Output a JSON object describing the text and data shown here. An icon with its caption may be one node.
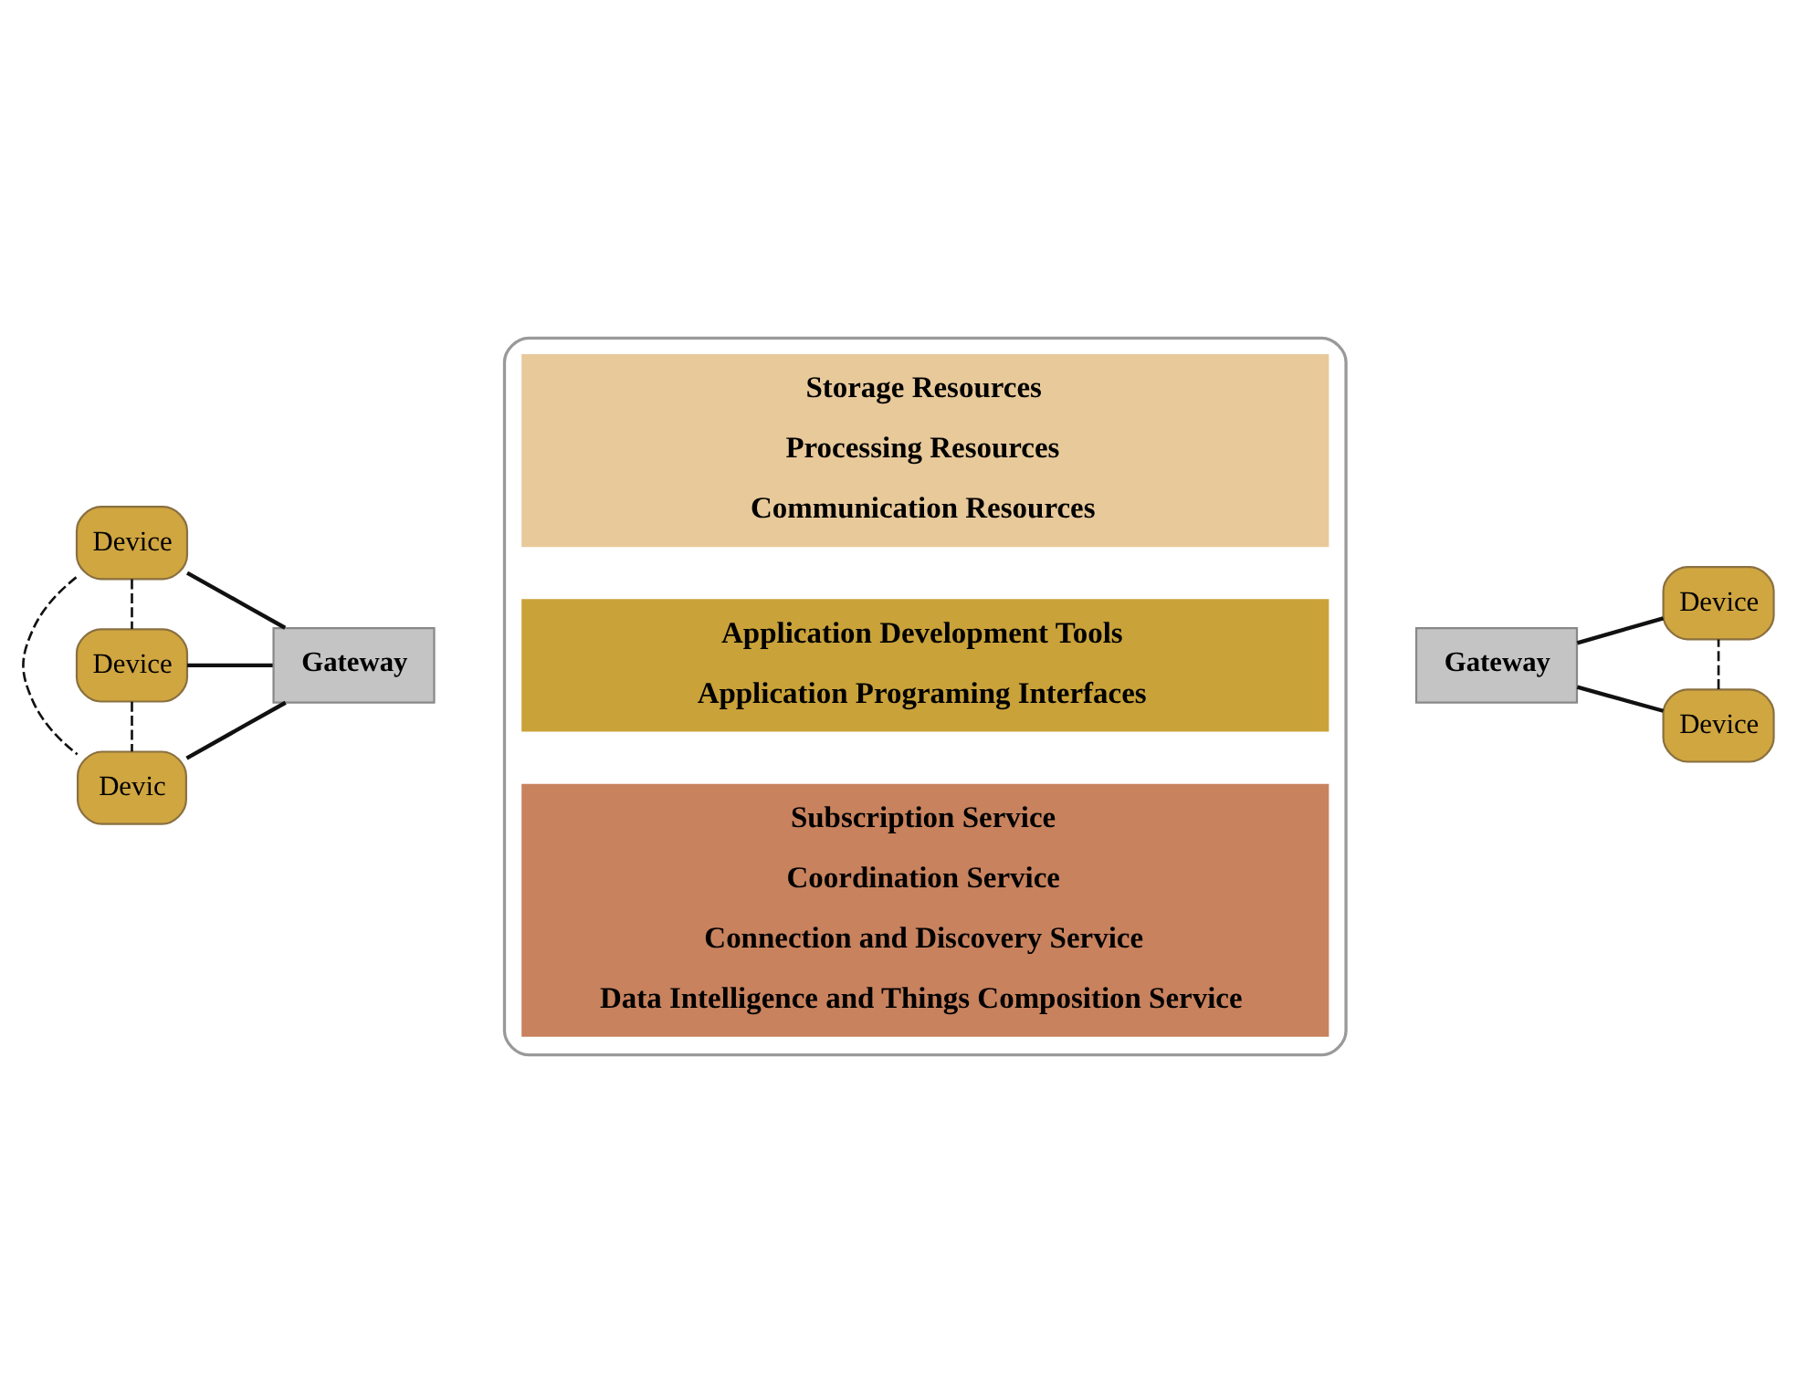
{
  "diagram": {
    "nodes": [
      {
        "text": [],
        "shape": "cloud"
      },
      {
        "text": [
          "Subscription Service",
          "Coordination Service",
          "Connection and Discovery Service",
          "Data Intelligence and Things Composition Service"
        ],
        "in": 0
      },
      {
        "text": [
          "Application Development Tools",
          "Application Programing Interfaces"
        ],
        "in": 0
      },
      {
        "text": [
          "Storage Resources",
          "Processing Resources",
          "Communication Resources"
        ],
        "in": 0
      },
      {
        "text": [
          "Device"
        ]
      },
      {
        "text": [
          "Device"
        ]
      },
      {
        "text": [
          "Devic"
        ]
      },
      {
        "text": [
          "Gateway"
        ]
      },
      {
        "text": [
          "Gateway"
        ]
      },
      {
        "text": [
          "Device"
        ]
      },
      {
        "text": [
          "Device"
        ]
      }
    ],
    "edges": [
      {
        "from": 4,
        "to": 7,
        "arrow": "none"
      },
      {
        "from": 5,
        "to": 7,
        "arrow": "none"
      },
      {
        "from": 6,
        "to": 7,
        "arrow": "none"
      },
      {
        "from": 4,
        "to": 5,
        "arrow": "none",
        "style": "dashed"
      },
      {
        "from": 4,
        "to": 6,
        "arrow": "none",
        "style": "dashed"
      },
      {
        "from": 5,
        "to": 6,
        "arrow": "none",
        "style": "dashed"
      },
      {
        "from": 8,
        "to": 9,
        "arrow": "none"
      },
      {
        "from": 8,
        "to": 10,
        "arrow": "none"
      },
      {
        "from": 10,
        "to": 9,
        "arrow": "none",
        "style": "dashed"
      }
    ]
  }
}
